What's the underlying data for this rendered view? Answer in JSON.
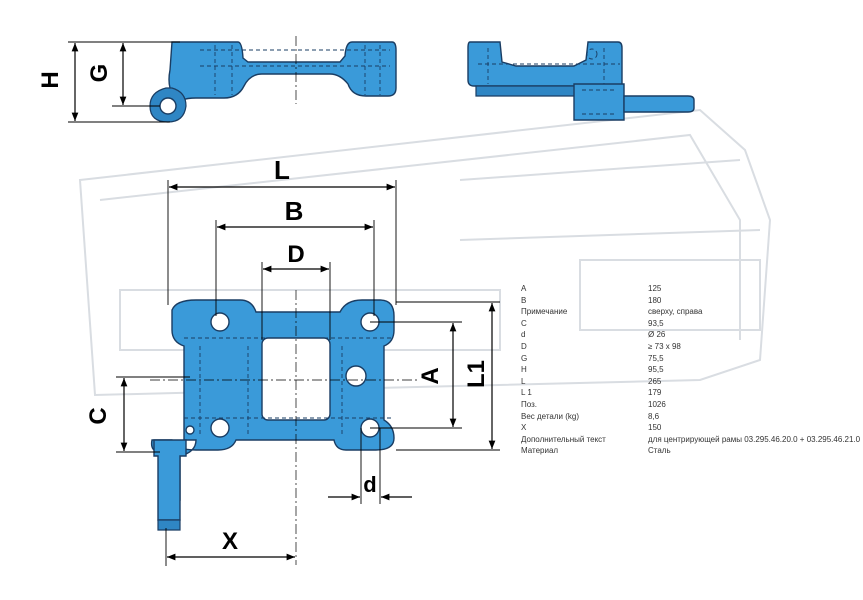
{
  "labels": {
    "H": "H",
    "G": "G",
    "L": "L",
    "B": "B",
    "D": "D",
    "A": "A",
    "L1": "L1",
    "C": "C",
    "d": "d",
    "X": "X"
  },
  "specs": [
    {
      "key": "A",
      "value": "125"
    },
    {
      "key": "B",
      "value": "180"
    },
    {
      "key": "Примечание",
      "value": "сверху, справа"
    },
    {
      "key": "C",
      "value": "93,5"
    },
    {
      "key": "d",
      "value": "Ø 26"
    },
    {
      "key": "D",
      "value": "≥ 73 x 98"
    },
    {
      "key": "G",
      "value": "75,5"
    },
    {
      "key": "H",
      "value": "95,5"
    },
    {
      "key": "L",
      "value": "265"
    },
    {
      "key": "L 1",
      "value": "179"
    },
    {
      "key": "Поз.",
      "value": "1026"
    },
    {
      "key": "Вес детали (kg)",
      "value": "8,6"
    },
    {
      "key": "X",
      "value": "150"
    },
    {
      "key": "Дополнительный текст",
      "value": "для центрирующей рамы 03.295.46.20.0 + 03.295.46.21.0"
    },
    {
      "key": "Материал",
      "value": "Сталь"
    }
  ],
  "colors": {
    "part": "#3a9ad9",
    "outline": "#1a3d63"
  }
}
